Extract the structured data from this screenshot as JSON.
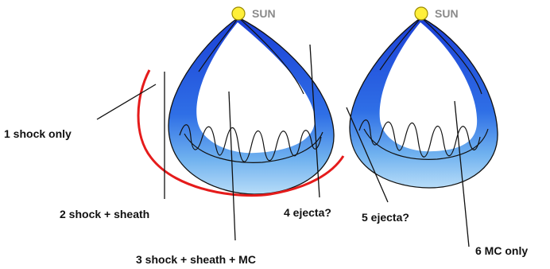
{
  "sun": {
    "label": "SUN",
    "color": "#ffef3a"
  },
  "colors": {
    "shock": "#e51b1b",
    "ejecta_dark": "#1e44d8",
    "ejecta_light": "#9dc8f5"
  },
  "labels": {
    "shock_only": "1 shock only",
    "shock_sheath": "2 shock + sheath",
    "shock_sheath_mc": "3 shock + sheath + MC",
    "ejecta_4": "4 ejecta?",
    "ejecta_5": "5 ejecta?",
    "mc_only": "6 MC only"
  }
}
